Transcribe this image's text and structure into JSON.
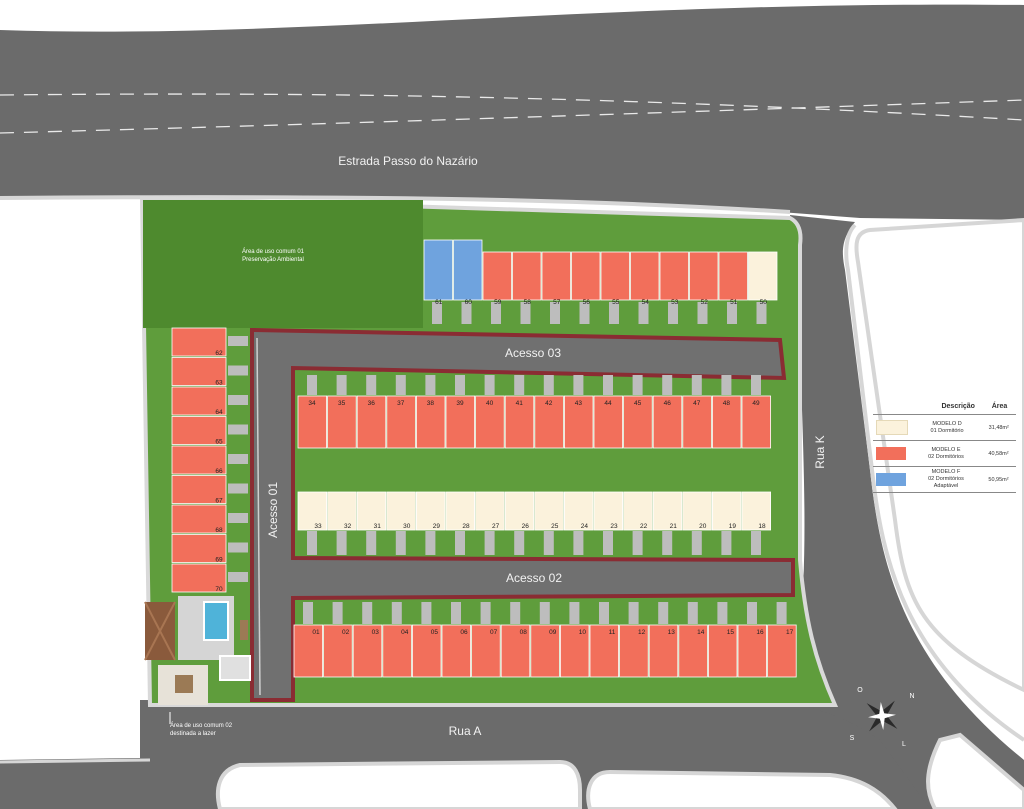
{
  "roads": {
    "main": "Estrada Passo do Nazário",
    "east": "Rua K",
    "south": "Rua A",
    "access_01": "Acesso 01",
    "access_02": "Acesso 02",
    "access_03": "Acesso 03"
  },
  "areas": {
    "common_01_line1": "Área de uso comum 01",
    "common_01_line2": "Preservação Ambiental",
    "common_02_line1": "Área de uso comum 02",
    "common_02_line2": "destinada a lazer"
  },
  "compass": {
    "n": "N",
    "s": "S",
    "e": "L",
    "w": "O"
  },
  "colors": {
    "asphalt": "#6b6b6b",
    "curb": "#d6d6d6",
    "grass": "#5f9d3c",
    "model_d": "#fbf2dc",
    "model_e": "#f26f5b",
    "model_f": "#6fa3de",
    "access_border": "#8a2c33"
  },
  "legend": {
    "header_desc": "Descrição",
    "header_area": "Área",
    "items": [
      {
        "model": "MODELO D",
        "rooms": "01 Dormitório",
        "extra": "",
        "area": "31,48m²",
        "color": "#fbf2dc"
      },
      {
        "model": "MODELO E",
        "rooms": "02 Dormitórios",
        "extra": "",
        "area": "40,58m²",
        "color": "#f26f5b"
      },
      {
        "model": "MODELO F",
        "rooms": "02 Dormitórios",
        "extra": "Adaptável",
        "area": "50,95m²",
        "color": "#6fa3de"
      }
    ]
  },
  "lots": {
    "top_row": [
      "61",
      "60",
      "59",
      "58",
      "57",
      "56",
      "55",
      "54",
      "53",
      "52",
      "51",
      "50"
    ],
    "left_column": [
      "62",
      "63",
      "64",
      "65",
      "66",
      "67",
      "68",
      "69",
      "70"
    ],
    "row_34_49": [
      "34",
      "35",
      "36",
      "37",
      "38",
      "39",
      "40",
      "41",
      "42",
      "43",
      "44",
      "45",
      "46",
      "47",
      "48",
      "49"
    ],
    "row_33_18": [
      "33",
      "32",
      "31",
      "30",
      "29",
      "28",
      "27",
      "26",
      "25",
      "24",
      "23",
      "22",
      "21",
      "20",
      "19",
      "18"
    ],
    "row_01_17": [
      "01",
      "02",
      "03",
      "04",
      "05",
      "06",
      "07",
      "08",
      "09",
      "10",
      "11",
      "12",
      "13",
      "14",
      "15",
      "16",
      "17"
    ]
  }
}
